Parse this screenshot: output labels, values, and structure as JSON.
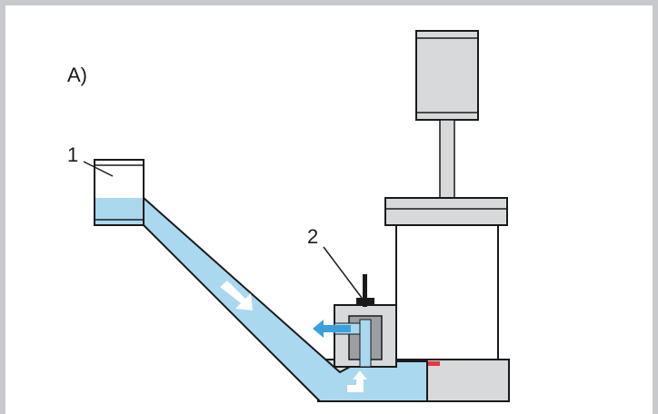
{
  "diagram": {
    "panel_label": "A)",
    "callouts": [
      {
        "id": "1",
        "text": "1"
      },
      {
        "id": "2",
        "text": "2"
      }
    ]
  },
  "colors": {
    "frame": "#c7c9cc",
    "machine_gray": "#d8d9db",
    "machine_dark": "#9b9ea3",
    "outline": "#1a1a1a",
    "water": "#a9d8ef",
    "water_arrow": "#3aa1dc",
    "red_accent": "#e8373f"
  },
  "icons": [
    "flow-arrow-right-icon",
    "flow-arrow-down-right-icon",
    "flow-arrow-up-icon"
  ]
}
